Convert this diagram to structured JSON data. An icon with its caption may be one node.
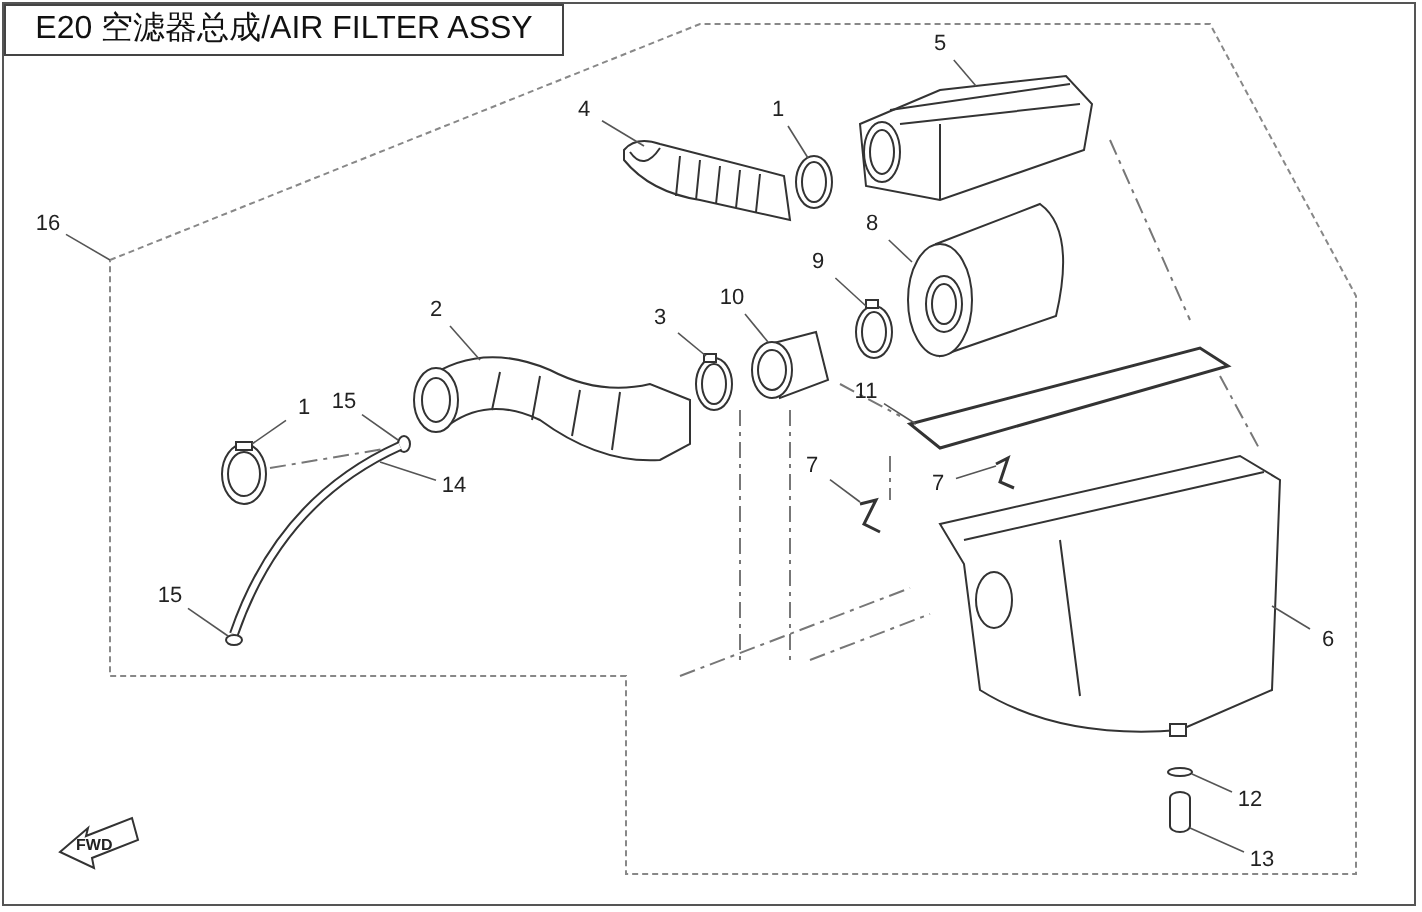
{
  "diagram": {
    "title": "E20 空滤器总成/AIR FILTER ASSY",
    "nodes": [
      {
        "text": [
          "5"
        ]
      },
      {
        "text": [
          "4"
        ]
      },
      {
        "text": [
          "1"
        ]
      },
      {
        "text": [
          "16"
        ]
      },
      {
        "text": [
          "8"
        ]
      },
      {
        "text": [
          "9"
        ]
      },
      {
        "text": [
          "10"
        ]
      },
      {
        "text": [
          "2"
        ]
      },
      {
        "text": [
          "3"
        ]
      },
      {
        "text": [
          "11"
        ]
      },
      {
        "text": [
          "15"
        ]
      },
      {
        "text": [
          "1"
        ]
      },
      {
        "text": [
          "7"
        ]
      },
      {
        "text": [
          "7"
        ]
      },
      {
        "text": [
          "14"
        ]
      },
      {
        "text": [
          "15"
        ]
      },
      {
        "text": [
          "6"
        ]
      },
      {
        "text": [
          "12"
        ]
      },
      {
        "text": [
          "13"
        ]
      },
      {
        "text": [],
        "shape": "picture"
      },
      {
        "text": [],
        "shape": "picture"
      },
      {
        "text": [],
        "shape": "picture"
      },
      {
        "text": [],
        "shape": "picture"
      },
      {
        "text": [],
        "shape": "picture"
      },
      {
        "text": [],
        "shape": "picture"
      },
      {
        "text": [],
        "shape": "picture"
      },
      {
        "text": [],
        "shape": "picture"
      },
      {
        "text": [],
        "shape": "picture"
      },
      {
        "text": [],
        "shape": "circle"
      },
      {
        "text": [],
        "shape": "picture"
      },
      {
        "text": [],
        "shape": "picture"
      },
      {
        "text": [],
        "shape": "picture"
      },
      {
        "text": [],
        "shape": "picture"
      },
      {
        "text": [],
        "shape": "circle"
      },
      {
        "text": [],
        "shape": "picture"
      },
      {
        "text": [],
        "shape": "circle"
      },
      {
        "text": [],
        "shape": "cylinder"
      }
    ],
    "edges": [
      {
        "from": 0,
        "to": 19,
        "arrow": "none"
      },
      {
        "from": 1,
        "to": 20,
        "arrow": "none"
      },
      {
        "from": 2,
        "to": 21,
        "arrow": "none"
      },
      {
        "from": 3,
        "to": null,
        "arrow": "none"
      },
      {
        "from": 4,
        "to": 22,
        "arrow": "none"
      },
      {
        "from": 5,
        "to": 23,
        "arrow": "none"
      },
      {
        "from": 6,
        "to": 24,
        "arrow": "none"
      },
      {
        "from": 7,
        "to": 25,
        "arrow": "none"
      },
      {
        "from": 8,
        "to": 26,
        "arrow": "none"
      },
      {
        "from": 9,
        "to": 27,
        "arrow": "none"
      },
      {
        "from": 10,
        "to": 28,
        "arrow": "none"
      },
      {
        "from": 11,
        "to": 29,
        "arrow": "none"
      },
      {
        "from": 12,
        "to": 30,
        "arrow": "none"
      },
      {
        "from": 13,
        "to": 31,
        "arrow": "none"
      },
      {
        "from": 14,
        "to": 32,
        "arrow": "none"
      },
      {
        "from": 15,
        "to": 33,
        "arrow": "none"
      },
      {
        "from": 16,
        "to": 34,
        "arrow": "none"
      },
      {
        "from": 17,
        "to": 35,
        "arrow": "none"
      },
      {
        "from": 18,
        "to": 36,
        "arrow": "none"
      }
    ],
    "labels": [
      "FWD"
    ]
  }
}
